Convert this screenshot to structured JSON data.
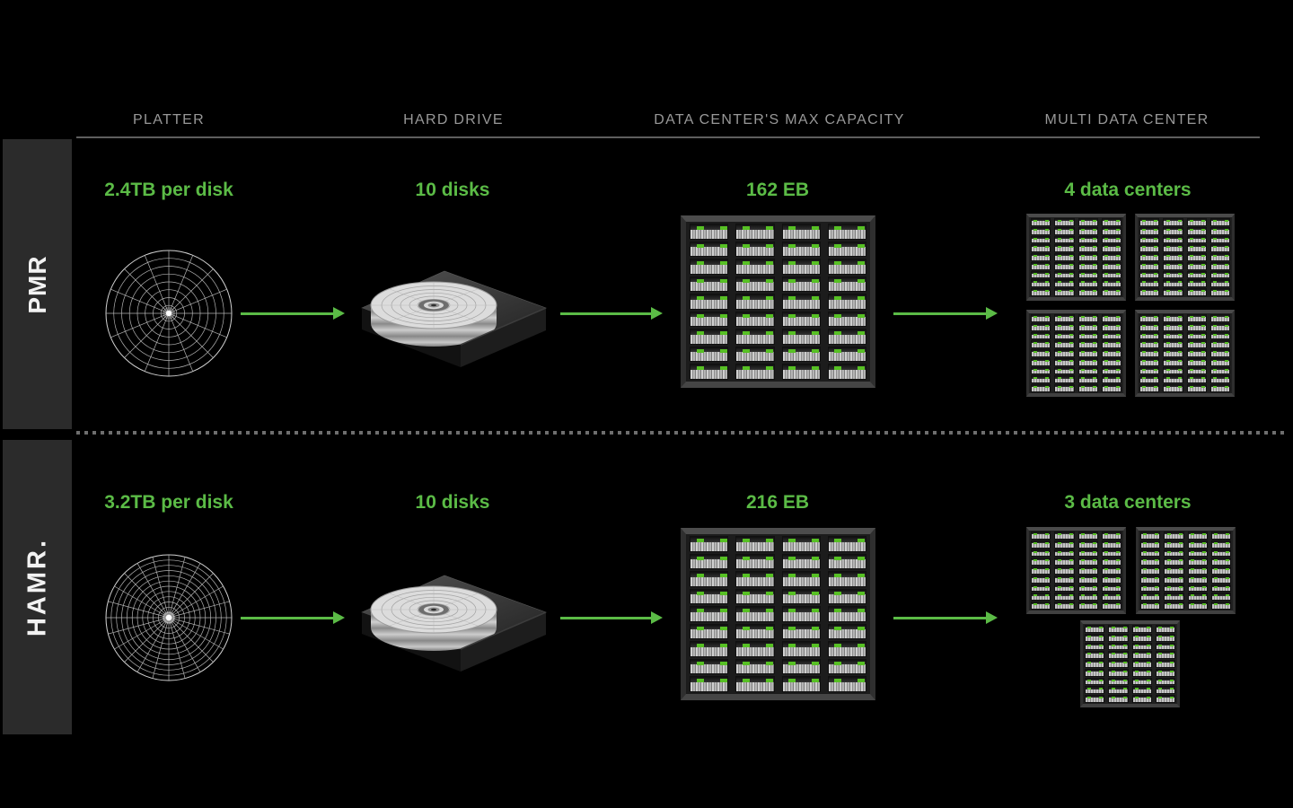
{
  "colors": {
    "background": "#000000",
    "accent_green": "#5bbb46",
    "panel_gray": "#2b2b2b",
    "header_text": "#989898",
    "led_green": "#57c024"
  },
  "columns": [
    {
      "label": "PLATTER"
    },
    {
      "label": "HARD DRIVE"
    },
    {
      "label": "DATA CENTER'S MAX CAPACITY"
    },
    {
      "label": "MULTI DATA CENTER"
    }
  ],
  "rack_grid": {
    "rows": 9,
    "cols": 4
  },
  "rows": [
    {
      "id": "pmr",
      "label": "PMR",
      "platter_capacity": "2.4TB per disk",
      "disks": "10 disks",
      "max_capacity": "162 EB",
      "data_centers": "4 data centers",
      "platter": {
        "rings": 8,
        "spokes": 16
      },
      "multi_rack_count": 4
    },
    {
      "id": "hamr",
      "label": "HAMR.",
      "platter_capacity": "3.2TB per disk",
      "disks": "10 disks",
      "max_capacity": "216 EB",
      "data_centers": "3 data centers",
      "platter": {
        "rings": 12,
        "spokes": 24
      },
      "multi_rack_count": 3
    }
  ]
}
